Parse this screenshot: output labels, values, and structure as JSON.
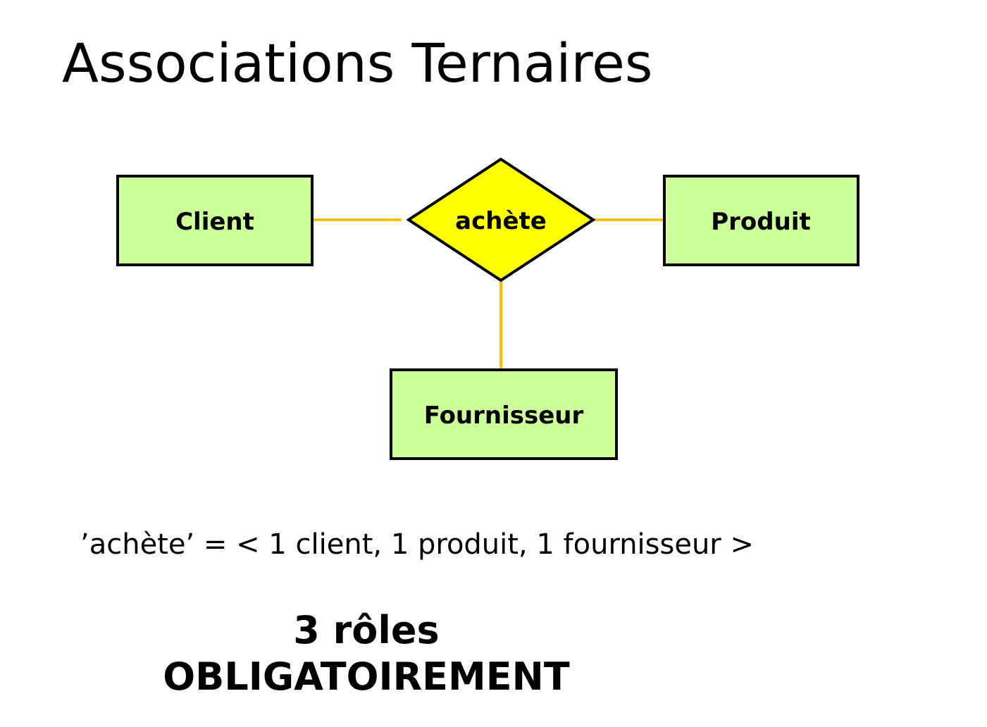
{
  "title": "Associations Ternaires",
  "diagram": {
    "relationship": {
      "label": "achète",
      "fill": "#ffff00"
    },
    "entities": [
      {
        "id": "client",
        "label": "Client"
      },
      {
        "id": "produit",
        "label": "Produit"
      },
      {
        "id": "fournisseur",
        "label": "Fournisseur"
      }
    ],
    "entity_fill": "#ccff99",
    "connector_color": "#f5c400"
  },
  "tuple_text": "’achète’ = < 1 client, 1 produit, 1 fournisseur >",
  "conclusion": {
    "line1": "3 rôles",
    "line2": "OBLIGATOIREMENT"
  }
}
